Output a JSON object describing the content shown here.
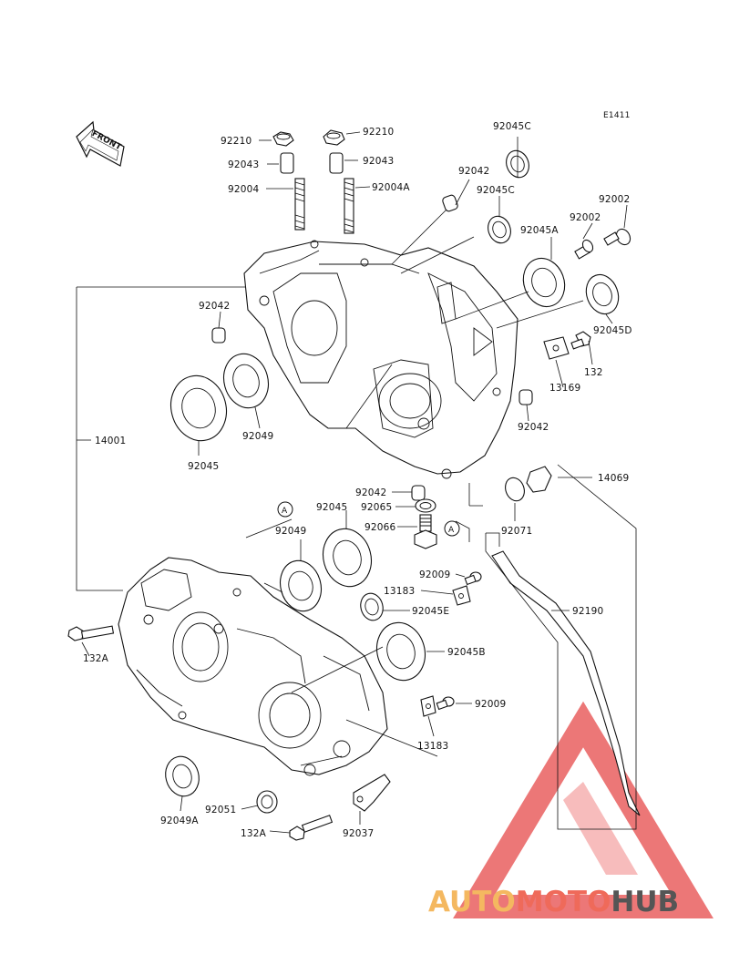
{
  "diagram_code": "E1411",
  "front_arrow_label": "FRONT",
  "watermark": {
    "auto": "AUTO",
    "moto": "MOTO",
    "hub": "HUB"
  },
  "circle_marker": "A",
  "parts": {
    "p92210_l": "92210",
    "p92210_r": "92210",
    "p92043_l": "92043",
    "p92043_r": "92043",
    "p92004": "92004",
    "p92004A": "92004A",
    "p92042_top": "92042",
    "p92045C_top": "92045C",
    "p92045C_mid": "92045C",
    "p92002_a": "92002",
    "p92002_b": "92002",
    "p92045A": "92045A",
    "p92045D": "92045D",
    "p132": "132",
    "p13169": "13169",
    "p92042_left": "92042",
    "p92042_right": "92042",
    "p14001": "14001",
    "p92049_top": "92049",
    "p92045_top": "92045",
    "p92042_low": "92042",
    "p92065": "92065",
    "p92066": "92066",
    "p14069": "14069",
    "p92071": "92071",
    "p92049_mid": "92049",
    "p92045_mid": "92045",
    "p92009_a": "92009",
    "p13183_a": "13183",
    "p92045E": "92045E",
    "p92190": "92190",
    "p132A_l": "132A",
    "p92045B": "92045B",
    "p92009_b": "92009",
    "p13183_b": "13183",
    "p92049A": "92049A",
    "p92051": "92051",
    "p132A_b": "132A",
    "p92037": "92037"
  }
}
